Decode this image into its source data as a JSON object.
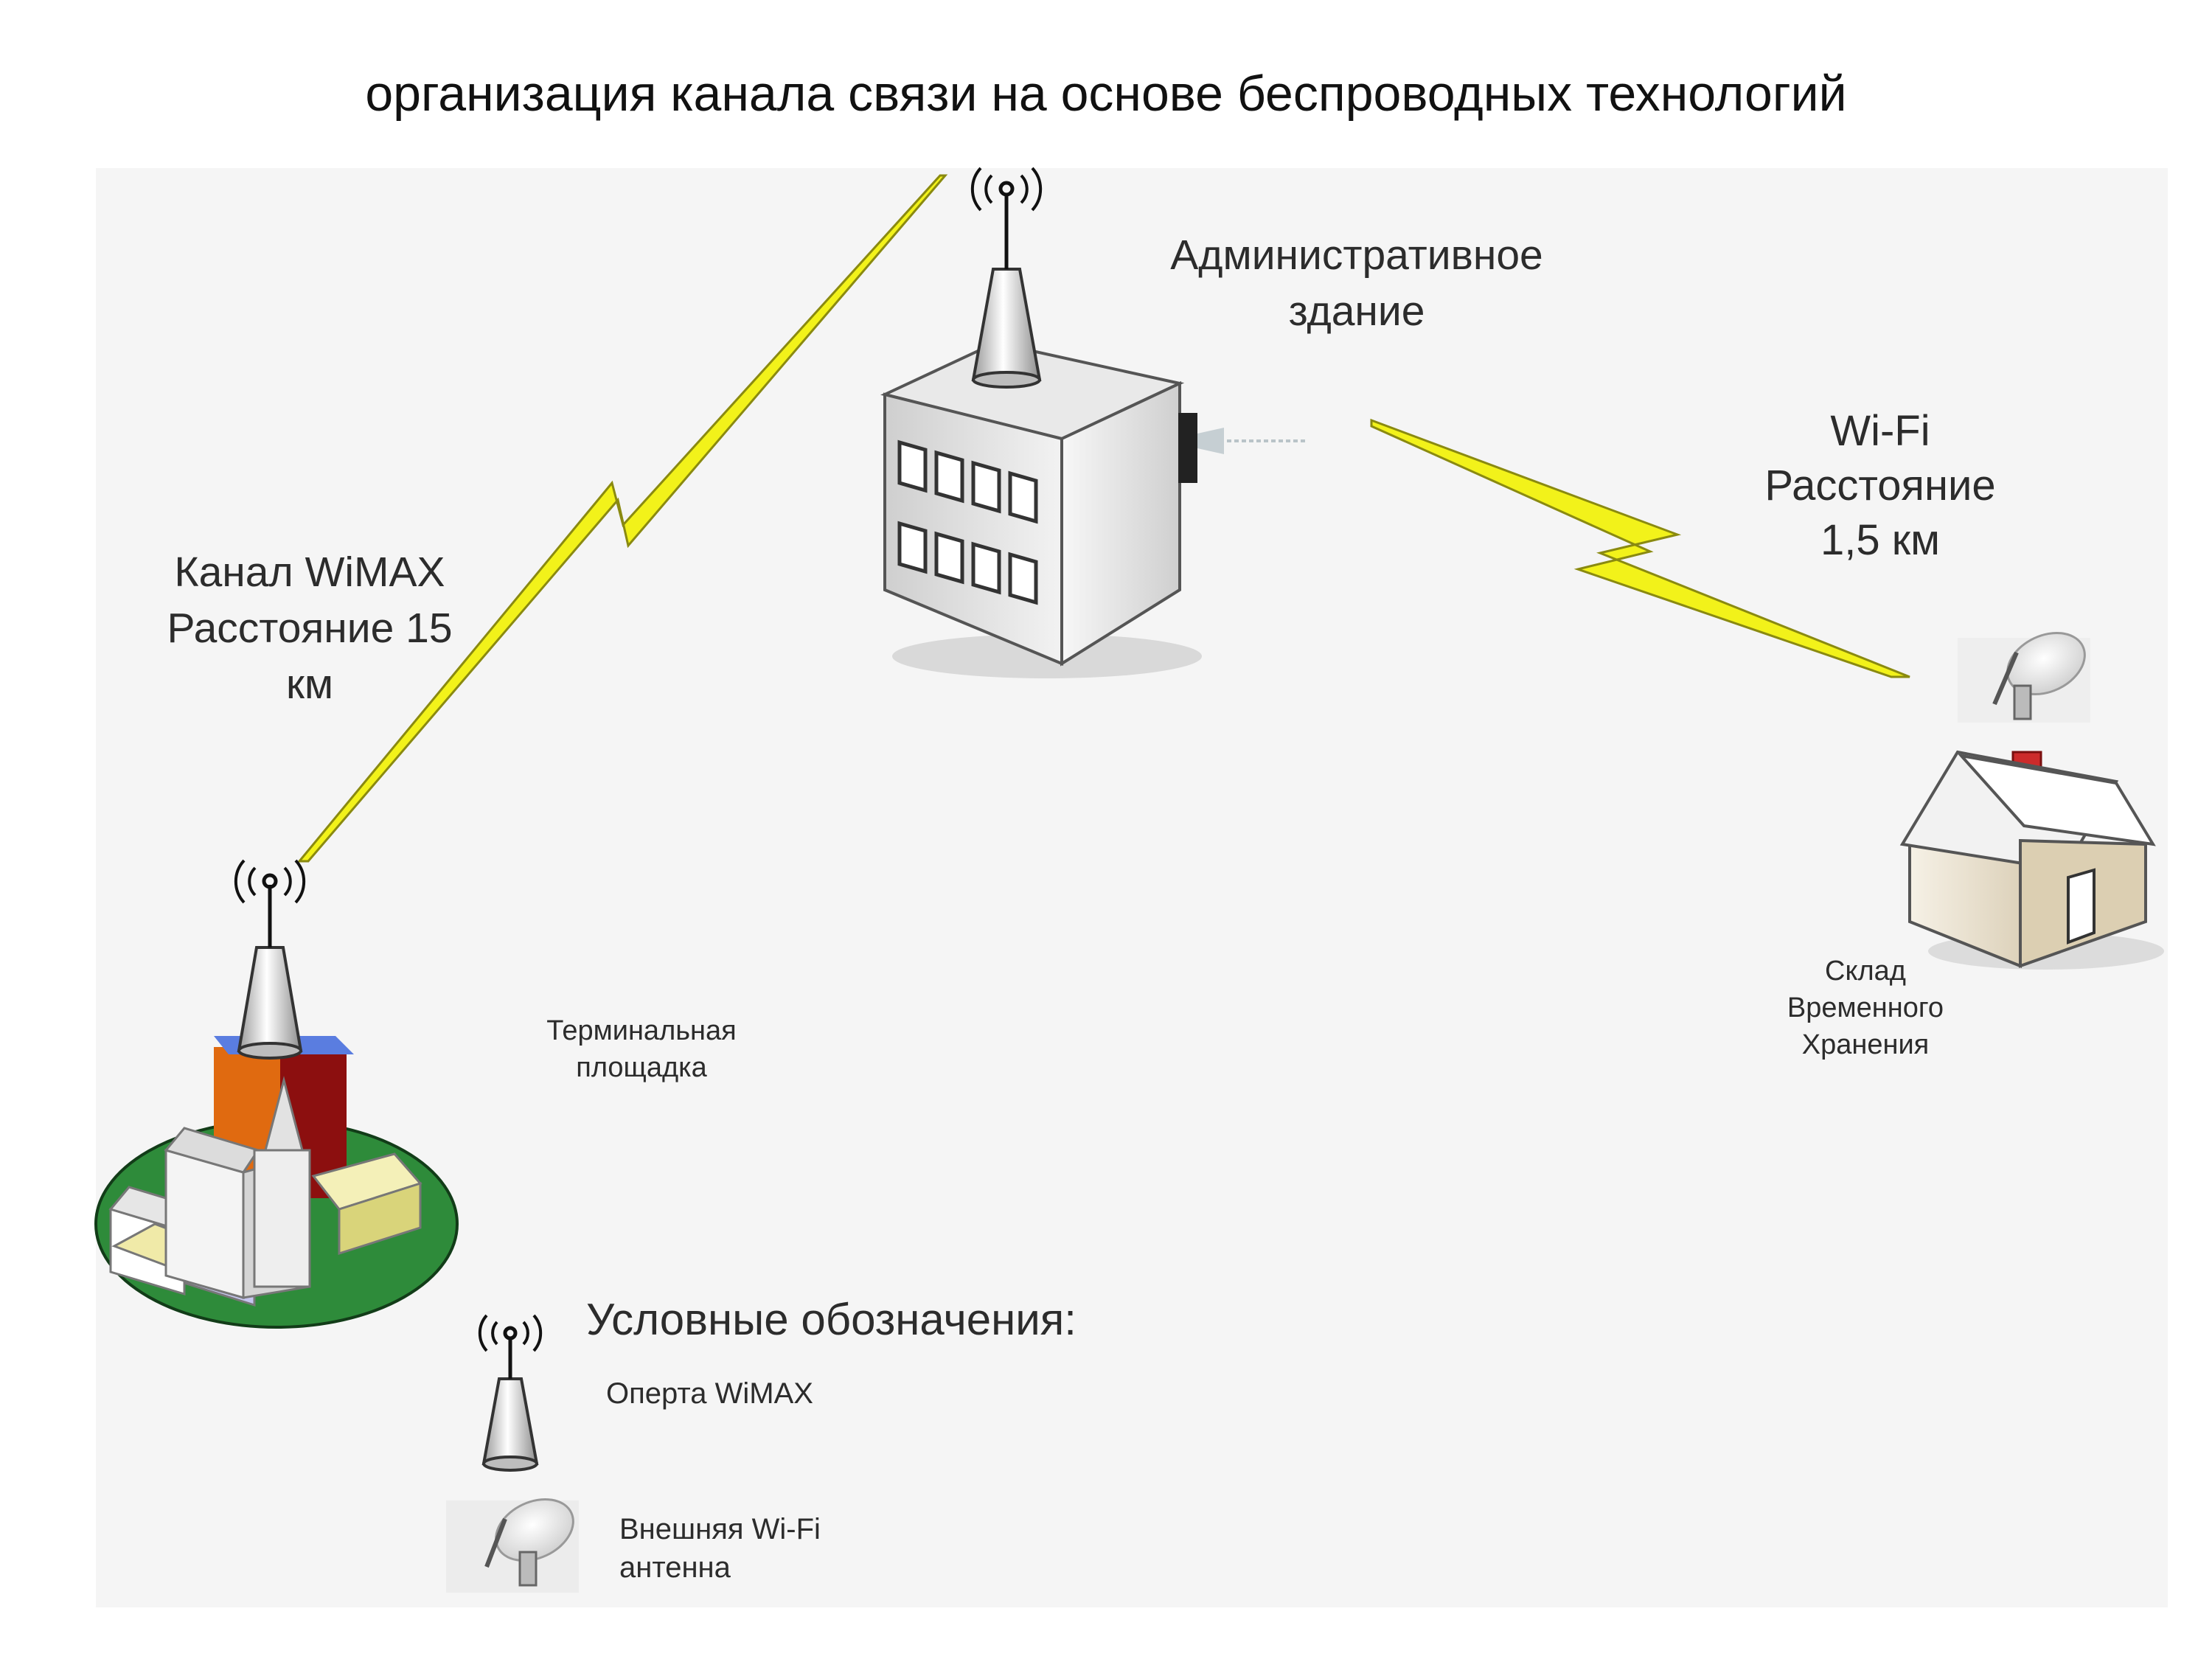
{
  "title": "организация канала связи на основе беспроводных технологий",
  "nodes": {
    "admin": {
      "label": "Административное\nздание"
    },
    "terminal": {
      "label": "Терминальная\nплощадка"
    },
    "warehouse": {
      "label": "Склад\nВременного\nХранения"
    }
  },
  "links": {
    "wimax": {
      "label": "Канал WiMAX\nРасстояние 15\nкм"
    },
    "wifi": {
      "label": "Wi-Fi\nРасстояние\n1,5 км"
    }
  },
  "legend": {
    "heading": "Условные обозначения:",
    "items": [
      {
        "icon": "wimax-antenna-icon",
        "label": "Оперта WiMAX"
      },
      {
        "icon": "wifi-dish-icon",
        "label": "Внешняя Wi-Fi\nантенна"
      }
    ]
  },
  "colors": {
    "lightning": "#f2f21a",
    "lightning_outline": "#8a8a10",
    "ground": "#2e8b3a",
    "building_face": "#e4e4e4",
    "house_face": "#e8dfcc",
    "chimney": "#cc2b2b"
  }
}
